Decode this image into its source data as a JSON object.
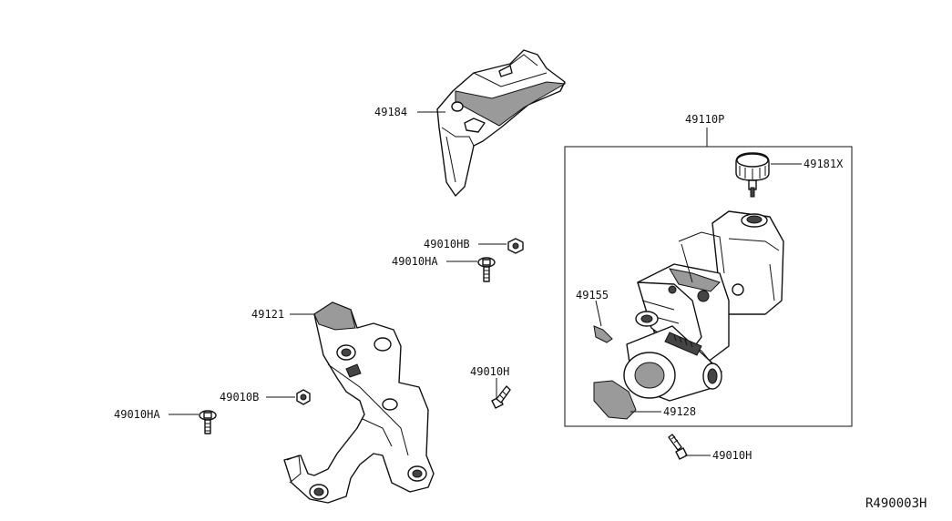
{
  "labels": {
    "p49184": "49184",
    "p49110P": "49110P",
    "p49181X": "49181X",
    "p49010HB": "49010HB",
    "p49010HA_top": "49010HA",
    "p49121": "49121",
    "p49155": "49155",
    "p49010H_mid": "49010H",
    "p49010B": "49010B",
    "p49010HA_left": "49010HA",
    "p49128": "49128",
    "p49010H_bottom": "49010H"
  },
  "diagram_id": "R490003H",
  "colors": {
    "line": "#111111",
    "background": "#ffffff"
  }
}
